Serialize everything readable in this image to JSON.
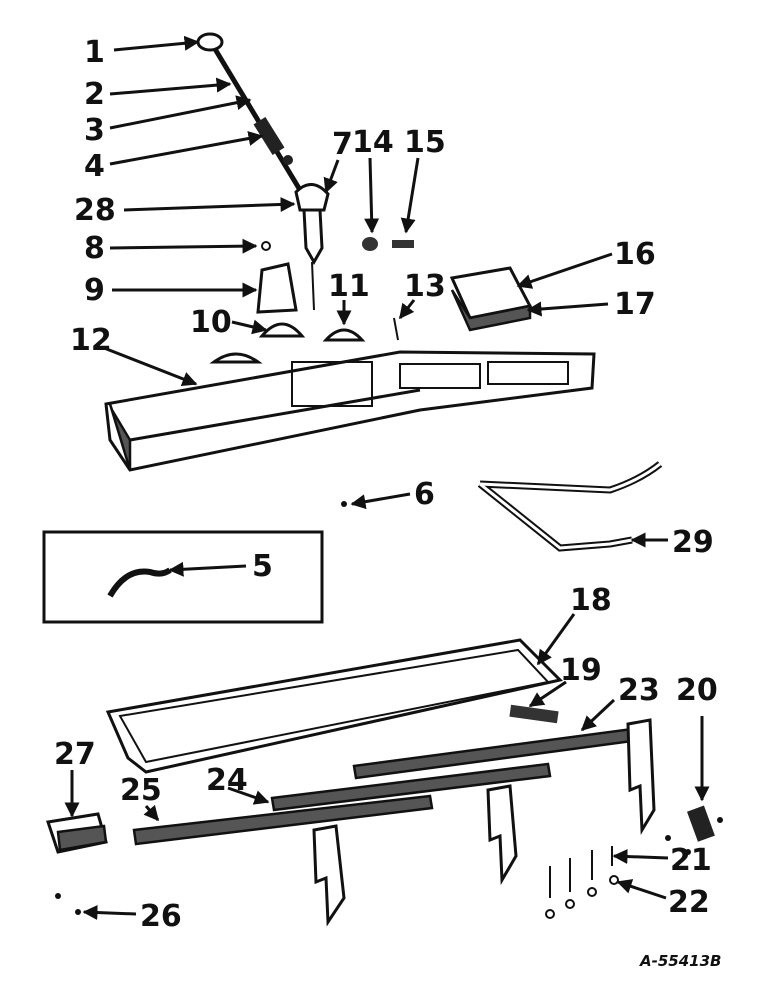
{
  "callouts": [
    "1",
    "2",
    "3",
    "4",
    "5",
    "6",
    "7",
    "8",
    "9",
    "10",
    "11",
    "12",
    "13",
    "14",
    "15",
    "16",
    "17",
    "18",
    "19",
    "20",
    "21",
    "22",
    "23",
    "24",
    "25",
    "26",
    "27",
    "28",
    "29"
  ],
  "drawing_code": "A-55413B"
}
